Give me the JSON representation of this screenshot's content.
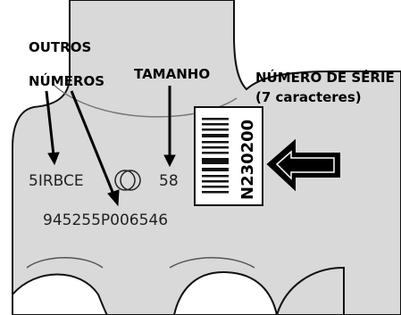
{
  "labels": {
    "other_numbers_line1": "OUTROS",
    "other_numbers_line2": "NÚMEROS",
    "size": "TAMANHO",
    "serial_line1": "NÚMERO DE SÉRIE",
    "serial_line2": "(7 caracteres)"
  },
  "stamps": {
    "code": "5IRBCE",
    "size_value": "58",
    "long_number": "945255P006546",
    "serial_number": "N230200"
  },
  "colors": {
    "part_fill": "#d9d9d9",
    "outline": "#111111",
    "text": "#000000"
  }
}
